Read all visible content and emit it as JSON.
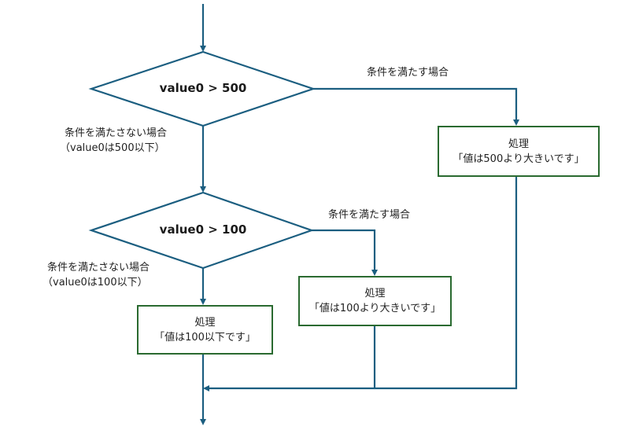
{
  "colors": {
    "connector": "#1b5e80",
    "process_border": "#2a6a30",
    "text": "#222222"
  },
  "decisions": [
    {
      "condition": "value0 > 500"
    },
    {
      "condition": "value0 > 100"
    }
  ],
  "branch_labels": {
    "d1_yes": "条件を満たす場合",
    "d1_no_line1": "条件を満たさない場合",
    "d1_no_line2": "（value0は500以下）",
    "d2_yes": "条件を満たす場合",
    "d2_no_line1": "条件を満たさない場合",
    "d2_no_line2": "（value0は100以下）"
  },
  "processes": [
    {
      "title": "処理",
      "text": "「値は500より大きいです」"
    },
    {
      "title": "処理",
      "text": "「値は100より大きいです」"
    },
    {
      "title": "処理",
      "text": "「値は100以下です」"
    }
  ]
}
